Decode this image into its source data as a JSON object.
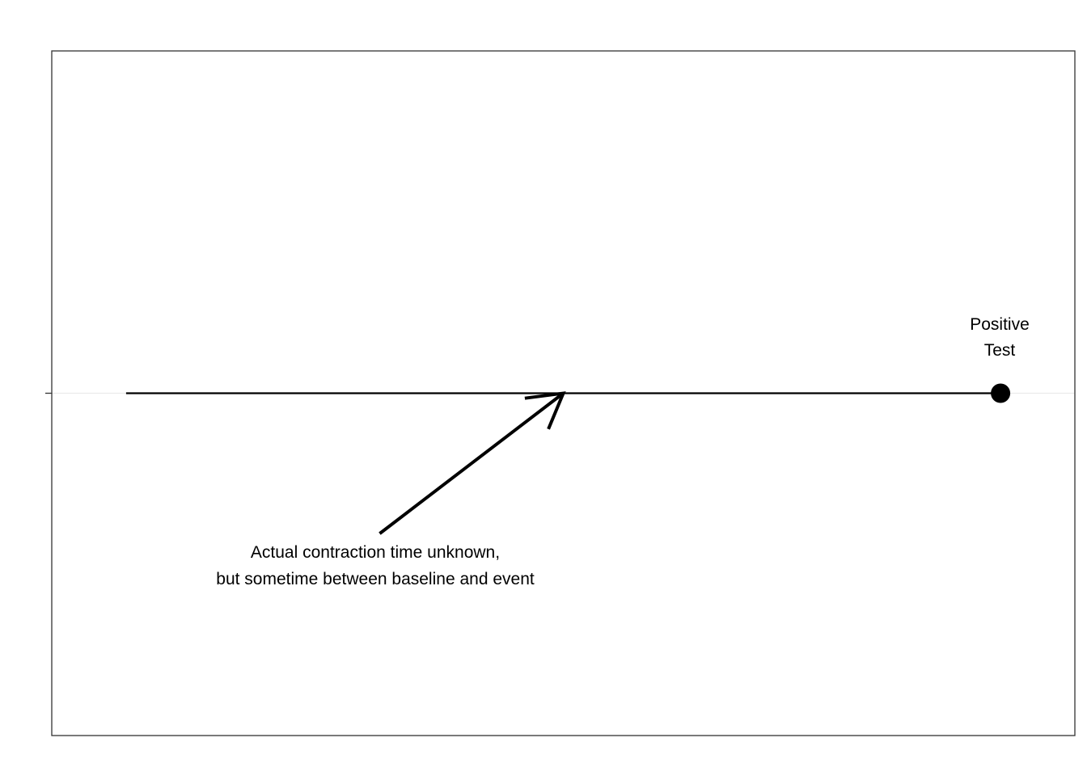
{
  "chart_data": {
    "type": "line",
    "title": "",
    "xlabel": "",
    "ylabel": "",
    "grid": true,
    "series": [
      {
        "x": [
          0,
          1
        ],
        "y": [
          0,
          0
        ]
      }
    ],
    "points": [
      {
        "x": 1,
        "y": 0,
        "label_line1": "Positive",
        "label_line2": "Test"
      }
    ],
    "annotation": {
      "line1": "Actual contraction time unknown,",
      "line2": "but sometime between baseline and event",
      "arrow_from": {
        "x": 0.29,
        "y": -0.41
      },
      "arrow_to": {
        "x": 0.5,
        "y": 0
      }
    },
    "xlim": [
      -0.085,
      1.085
    ],
    "ylim": [
      -1,
      1
    ],
    "colors": {
      "line": "#000000",
      "point": "#000000",
      "gridline": "#ebebeb",
      "panel_border": "#333333"
    }
  }
}
